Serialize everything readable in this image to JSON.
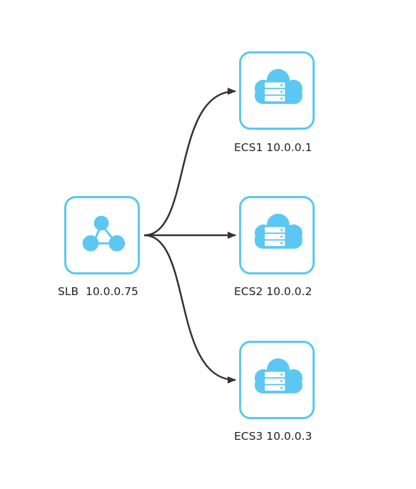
{
  "colors": {
    "node_border": "#5cc7f2",
    "icon_fill": "#5cc7f2",
    "edge": "#333333",
    "text": "#222222"
  },
  "nodes": {
    "slb": {
      "label": "SLB  10.0.0.75",
      "icon": "load-balancer-icon"
    },
    "ecs1": {
      "label": "ECS1 10.0.0.1",
      "icon": "cloud-server-icon"
    },
    "ecs2": {
      "label": "ECS2 10.0.0.2",
      "icon": "cloud-server-icon"
    },
    "ecs3": {
      "label": "ECS3 10.0.0.3",
      "icon": "cloud-server-icon"
    }
  },
  "edges": [
    {
      "from": "slb",
      "to": "ecs1"
    },
    {
      "from": "slb",
      "to": "ecs2"
    },
    {
      "from": "slb",
      "to": "ecs3"
    }
  ]
}
